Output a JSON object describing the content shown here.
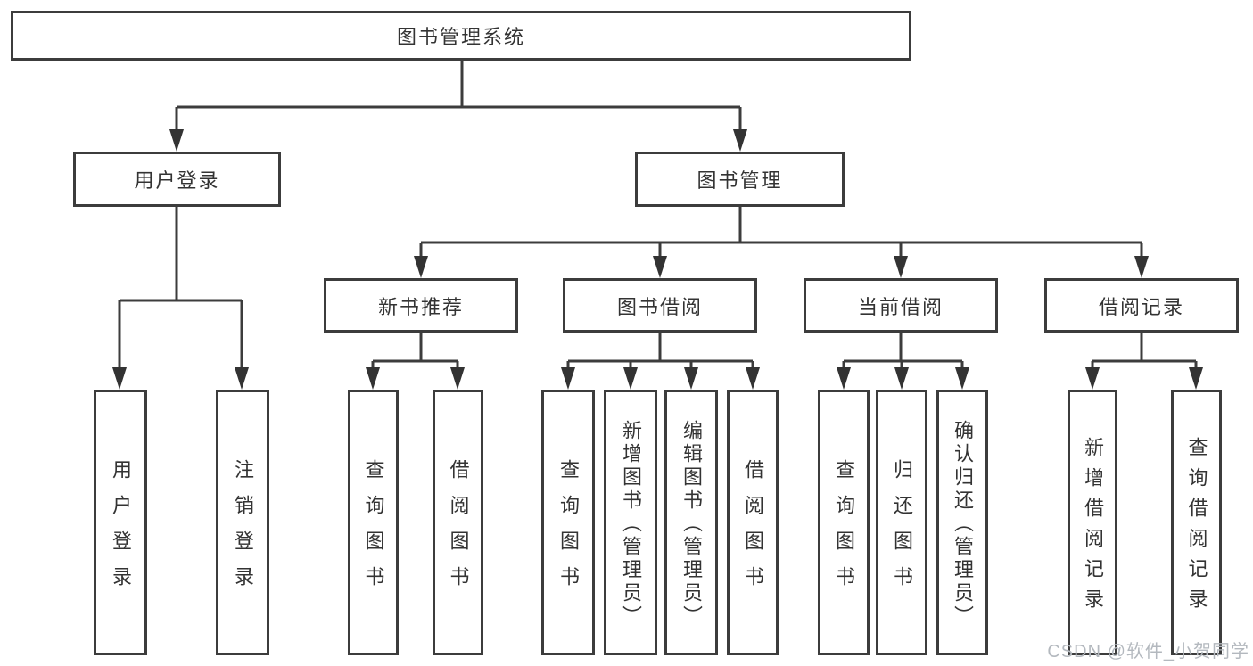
{
  "diagram": {
    "root": {
      "label": "图书管理系统"
    },
    "user_login": {
      "label": "用户登录",
      "children": [
        {
          "label": "用户登录"
        },
        {
          "label": "注销登录"
        }
      ]
    },
    "book_management": {
      "label": "图书管理"
    },
    "new_book_recommend": {
      "label": "新书推荐",
      "children": [
        {
          "label": "查询图书"
        },
        {
          "label": "借阅图书"
        }
      ]
    },
    "book_borrowing": {
      "label": "图书借阅",
      "children": [
        {
          "label": "查询图书"
        },
        {
          "label": "新增图书（管理员）"
        },
        {
          "label": "编辑图书（管理员）"
        },
        {
          "label": "借阅图书"
        }
      ]
    },
    "current_borrowing": {
      "label": "当前借阅",
      "children": [
        {
          "label": "查询图书"
        },
        {
          "label": "归还图书"
        },
        {
          "label": "确认归还（管理员）"
        }
      ]
    },
    "borrow_records": {
      "label": "借阅记录",
      "children": [
        {
          "label": "新增借阅记录"
        },
        {
          "label": "查询借阅记录"
        }
      ]
    }
  },
  "watermark": {
    "text": "CSDN @软件_小贺同学"
  }
}
